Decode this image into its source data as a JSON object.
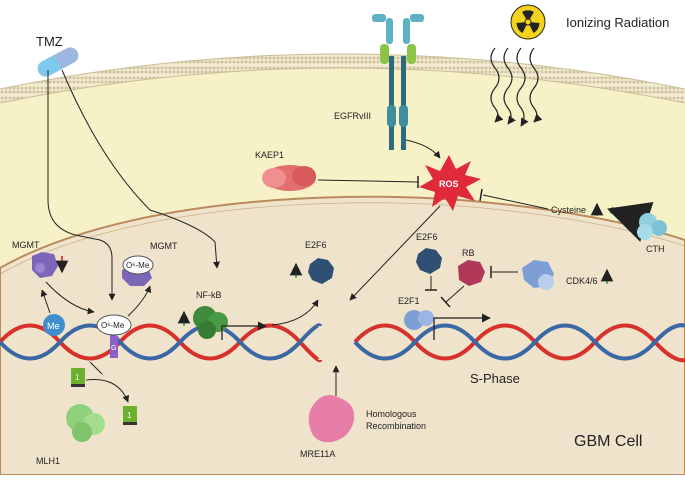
{
  "labels": {
    "tmz": "TMZ",
    "ionizing_radiation": "Ionizing Radiation",
    "egfrviii": "EGFRvIII",
    "kaep1": "KAEP1",
    "ros": "ROS",
    "cysteine": "Cysteine",
    "cth": "CTH",
    "mgmt_left": "MGMT",
    "mgmt_top": "MGMT",
    "o6me_top": "O⁶-Me",
    "o6me_dna": "O⁶-Me",
    "me": "Me",
    "nfkb": "NF-kB",
    "e2f6_center": "E2F6",
    "e2f6_right": "E2F6",
    "rb": "RB",
    "e2f1": "E2F1",
    "cdk46": "CDK4/6",
    "s_phase": "S-Phase",
    "homologous_recombination_line1": "Homologous",
    "homologous_recombination_line2": "Recombination",
    "mre11a": "MRE11A",
    "mlh1": "MLH1",
    "gbm_cell": "GBM Cell",
    "mismatch_marker": "1"
  },
  "colors": {
    "cytoplasm": "#f7f1c8",
    "nucleus": "#efe3cc",
    "nuclear_envelope": "#b98b5c",
    "membrane_head": "#d8ccae",
    "dna_red": "#d6312b",
    "dna_blue": "#3b67a5",
    "ros": "#e0293a",
    "up_arrow": "#48b548",
    "down_arrow": "#cf3a3a",
    "kaep1": "#e36e6e",
    "mgmt": "#7b66b8",
    "nfkb": "#3f8a3b",
    "e2f6": "#2f4f73",
    "rb": "#b0395a",
    "cdk46": "#7e9fd6",
    "mre11a": "#e67ea8",
    "mlh1": "#8fd07a",
    "cth": "#8fd0e0"
  },
  "icons": [
    "pill-icon",
    "radiation-icon",
    "receptor-icon",
    "ros-burst-icon",
    "protein-icon",
    "dna-helix-icon"
  ]
}
